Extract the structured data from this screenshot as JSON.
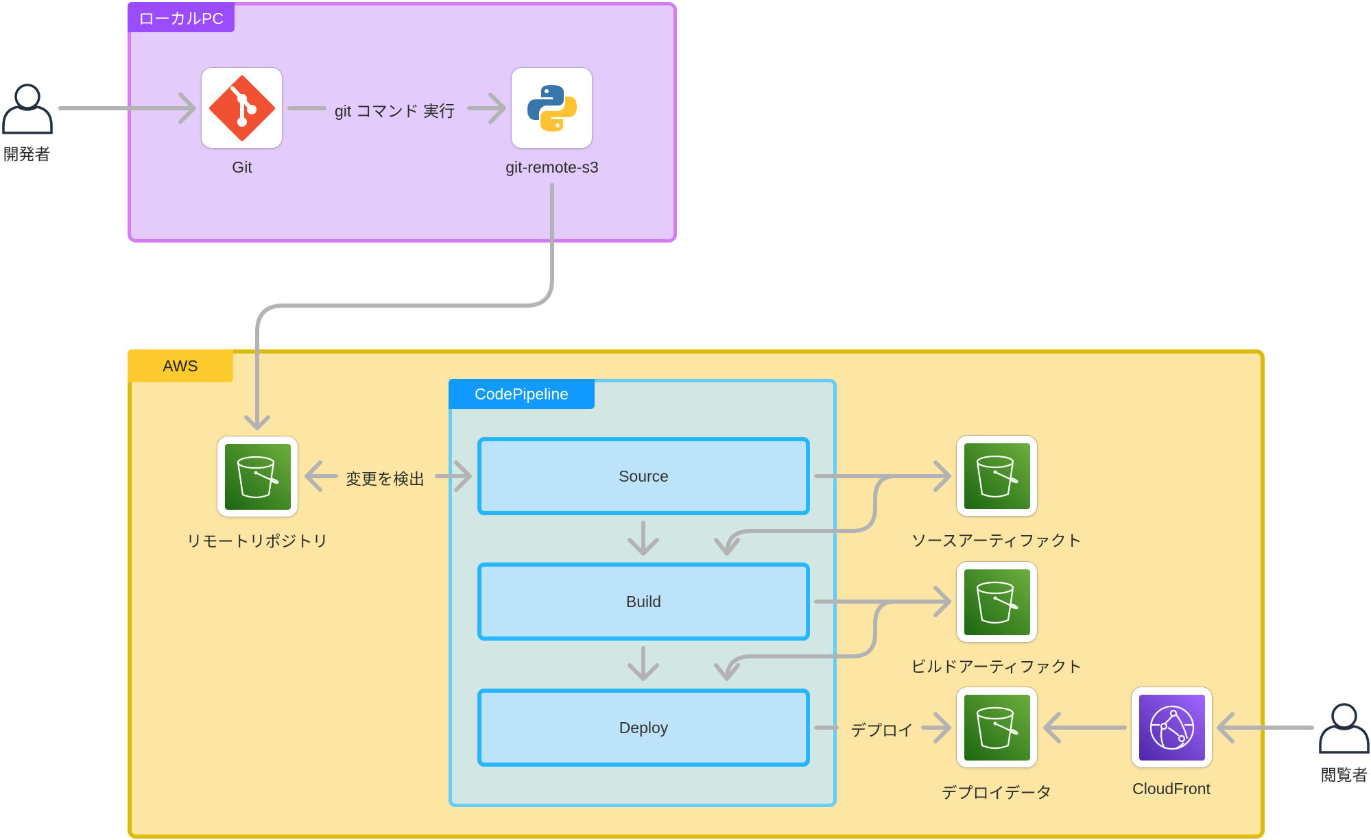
{
  "actors": {
    "developer": {
      "label": "開発者",
      "icon": "user-icon"
    },
    "viewer": {
      "label": "閲覧者",
      "icon": "user-icon"
    }
  },
  "groups": {
    "local_pc": {
      "title": "ローカルPC",
      "color": "#9b4cfe",
      "fill": "#e3ccfb"
    },
    "aws": {
      "title": "AWS",
      "color": "#fecb2e",
      "fill": "#fde6a4"
    },
    "codepipeline": {
      "title": "CodePipeline",
      "color": "#119afd",
      "fill": "#d2e6e3"
    }
  },
  "nodes": {
    "git": {
      "label": "Git",
      "icon": "git-logo-icon"
    },
    "git_remote_s3": {
      "label": "git-remote-s3",
      "icon": "python-logo-icon"
    },
    "remote_repo": {
      "label": "リモートリポジトリ",
      "icon": "s3-bucket-icon"
    },
    "source_artifact": {
      "label": "ソースアーティファクト",
      "icon": "s3-bucket-icon"
    },
    "build_artifact": {
      "label": "ビルドアーティファクト",
      "icon": "s3-bucket-icon"
    },
    "deploy_data": {
      "label": "デプロイデータ",
      "icon": "s3-bucket-icon"
    },
    "cloudfront": {
      "label": "CloudFront",
      "icon": "cloudfront-icon"
    }
  },
  "stages": [
    {
      "label": "Source"
    },
    {
      "label": "Build"
    },
    {
      "label": "Deploy"
    }
  ],
  "edges": {
    "git_command": "git コマンド 実行",
    "detect_change": "変更を検出",
    "deploy": "デプロイ"
  }
}
